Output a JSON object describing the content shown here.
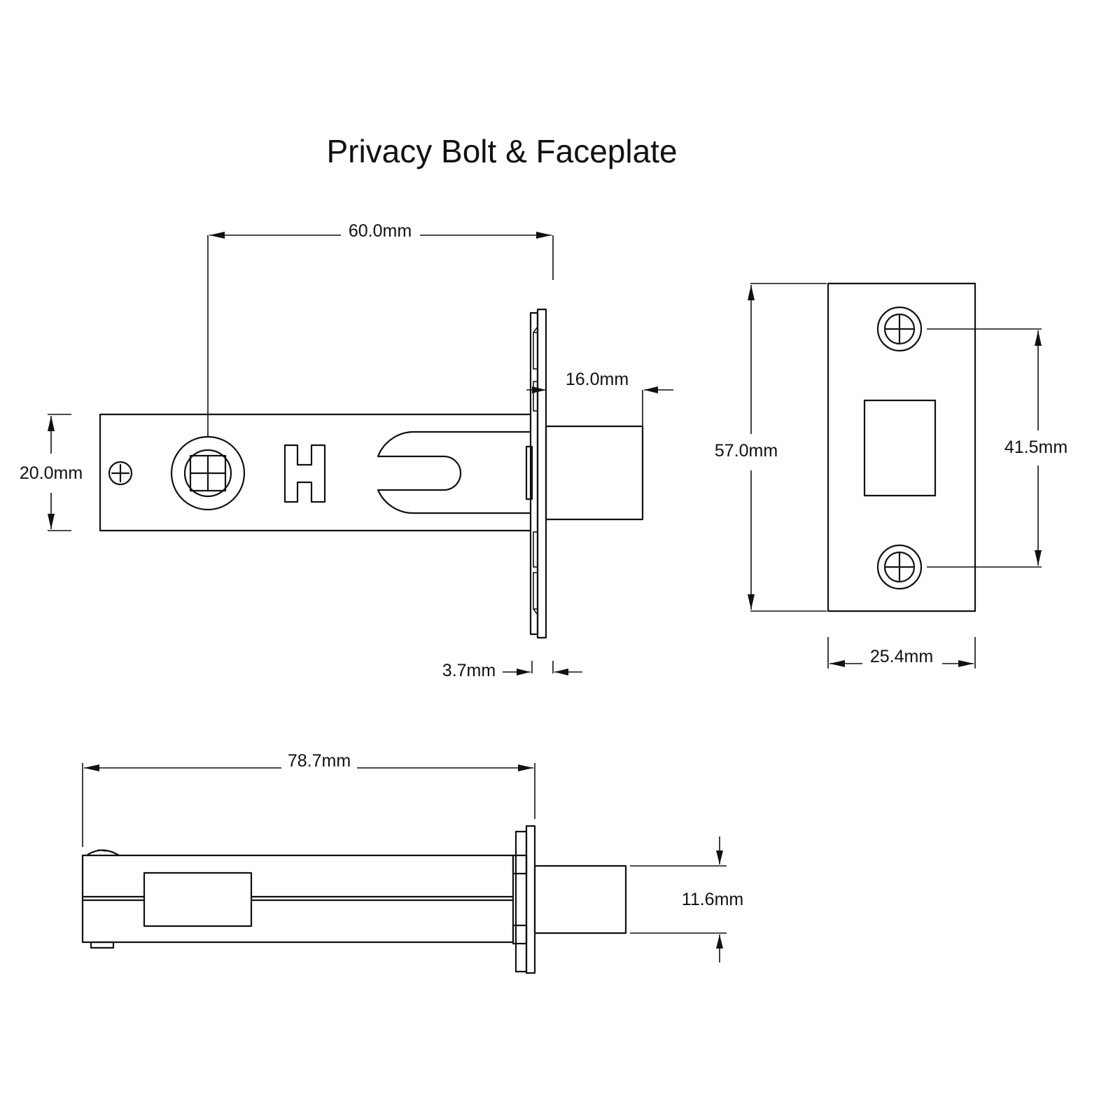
{
  "title": "Privacy Bolt & Faceplate",
  "dimensions": {
    "backset": "60.0mm",
    "bolt_throw": "16.0mm",
    "case_height": "20.0mm",
    "forend_thickness": "3.7mm",
    "faceplate_height": "57.0mm",
    "screw_centres": "41.5mm",
    "faceplate_width": "25.4mm",
    "overall_length": "78.7mm",
    "bolt_thickness": "11.6mm"
  },
  "colors": {
    "line": "#111111",
    "background": "#ffffff"
  }
}
